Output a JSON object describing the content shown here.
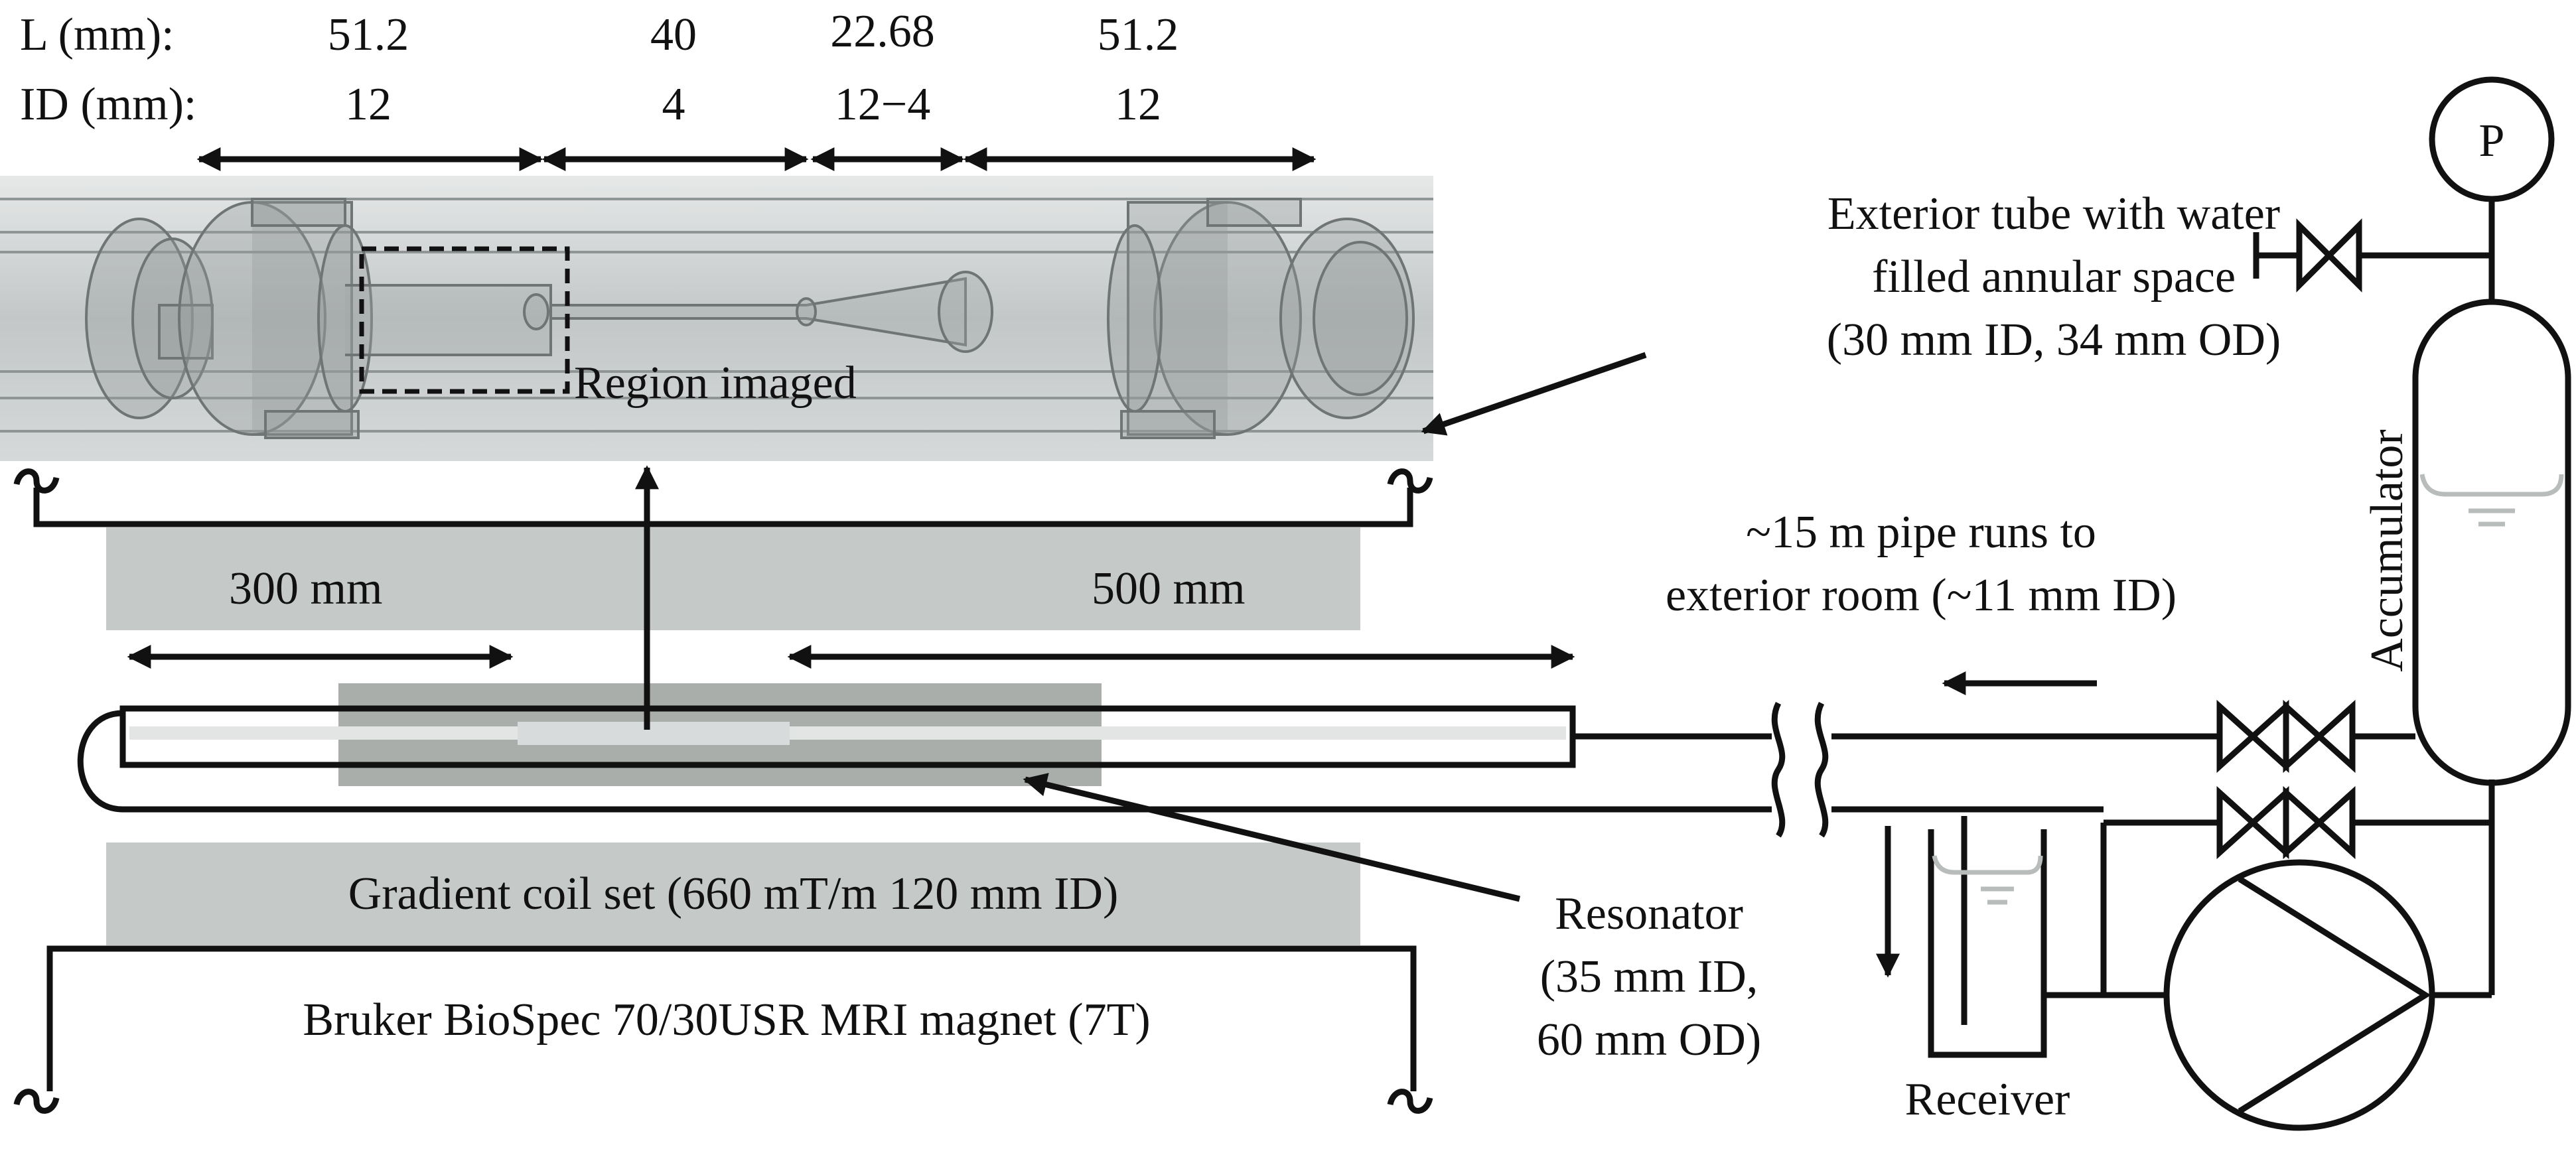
{
  "dimensions": {
    "row_labels": {
      "length": "L (mm):",
      "inner_diameter": "ID (mm):"
    },
    "sections": [
      {
        "length": "51.2",
        "inner_diameter": "12"
      },
      {
        "length": "40",
        "inner_diameter": "4"
      },
      {
        "length": "22.68",
        "inner_diameter": "12−4"
      },
      {
        "length": "51.2",
        "inner_diameter": "12"
      }
    ]
  },
  "labels": {
    "region_imaged": "Region imaged",
    "exterior_tube": [
      "Exterior tube with water",
      "filled annular space",
      "(30 mm ID, 34 mm OD)"
    ],
    "pipe_runs": [
      "~15 m pipe runs to",
      "exterior room (~11 mm ID)"
    ],
    "span_300": "300 mm",
    "span_500": "500 mm",
    "gradient_coil": "Gradient coil set (660 mT/m 120 mm ID)",
    "magnet": "Bruker BioSpec 70/30USR MRI magnet (7T)",
    "resonator": [
      "Resonator",
      "(35 mm ID,",
      "60 mm OD)"
    ],
    "receiver": "Receiver",
    "accumulator": "Accumulator",
    "pressure_gauge": "P"
  },
  "colors": {
    "line": "#111111",
    "tube_fill": "#c8cccc",
    "coil_fill": "#c5c9c7",
    "resonator_fill": "#a9aeab",
    "water_line": "#b8bcbb"
  }
}
